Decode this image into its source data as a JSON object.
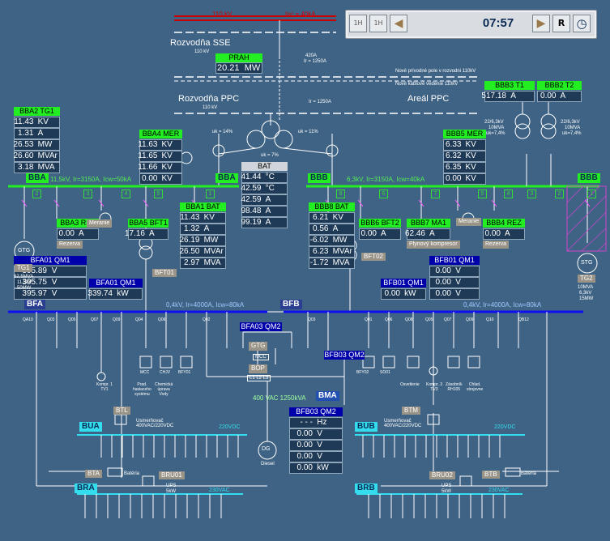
{
  "toolbar": {
    "time": "07:57",
    "btn_r": "R",
    "icons": [
      "clock-1h-icon",
      "calendar-1h-icon",
      "back-arrow-icon",
      "forward-arrow-icon",
      "r-button-icon",
      "clock-icon"
    ]
  },
  "top": {
    "line_110kv": "110 kV",
    "line_current": "Isc = 40kA",
    "rozvodna_sse": "Rozvodňa SSE",
    "kv110_a": "110 kV",
    "current_420a": "420A",
    "ir_1250": "Ir = 1250A",
    "prah_title": "PRAH",
    "prah_value": "20.21",
    "prah_unit": "MW",
    "nove_pole": "Nové prívodné pole v rozvodni 110kV",
    "nove_vedenie": "Nové káblové vedenie 110kV",
    "rozvodna_ppc": "Rozvodňa PPC",
    "kv110_b": "110 kV",
    "areal_ppc": "Areál PPC",
    "ir_1250b": "Ir = 1250A",
    "uk14": "uk = 14%",
    "uk11": "uk = 11%",
    "uk7": "uk = 7%"
  },
  "bba2tg1": {
    "title": "BBA2 TG1",
    "rows": [
      {
        "v": "11.43",
        "u": "KV"
      },
      {
        "v": "1.31",
        "u": "A"
      },
      {
        "v": "26.53",
        "u": "MW"
      },
      {
        "v": "26.60",
        "u": "MVAr"
      },
      {
        "v": "3.18",
        "u": "MVA"
      }
    ]
  },
  "bba4mer": {
    "title": "BBA4 MER",
    "rows": [
      {
        "v": "11.63",
        "u": "KV"
      },
      {
        "v": "11.65",
        "u": "KV"
      },
      {
        "v": "11.66",
        "u": "KV"
      },
      {
        "v": "0.00",
        "u": "KV"
      }
    ]
  },
  "bat": {
    "title": "BAT",
    "rows": [
      {
        "v": "41.44",
        "u": "°C"
      },
      {
        "v": "42.59",
        "u": "°C"
      },
      {
        "v": "42.59",
        "u": "A"
      },
      {
        "v": "98.48",
        "u": "A"
      },
      {
        "v": "99.19",
        "u": "A"
      }
    ]
  },
  "bbb5mer": {
    "title": "BBB5 MER",
    "rows": [
      {
        "v": "6.33",
        "u": "KV"
      },
      {
        "v": "6.32",
        "u": "KV"
      },
      {
        "v": "6.35",
        "u": "KV"
      },
      {
        "v": "0.00",
        "u": "KV"
      }
    ]
  },
  "bbb3t1": {
    "title": "BBB3 T1",
    "v": "517.18",
    "u": "A"
  },
  "bbb2t2": {
    "title": "BBB2 T2",
    "v": "0.00",
    "u": "A"
  },
  "t_right": {
    "l1": "22/6,3kV",
    "l2": "10MVA",
    "l3": "uk=7,4%",
    "r1": "22/6,3kV",
    "r2": "10MVA",
    "r3": "uk=7,4%"
  },
  "busA": {
    "name": "BBA",
    "info": "11,5kV, Ir=3150A, Icw=50kA",
    "name2": "BBA"
  },
  "busB": {
    "name": "BBB",
    "info": "6,3kV, Ir=3150A, Icw=40kA",
    "name2": "BBB"
  },
  "feeders": [
    "2",
    "3",
    "4",
    "5",
    "1",
    "8",
    "6",
    "7",
    "5",
    "4",
    "3",
    "2",
    "1"
  ],
  "bba3rez": {
    "title": "BBA3 REZ",
    "v": "0.00",
    "u": "A",
    "tag": "Rezerva"
  },
  "bba5bft1": {
    "title": "BBA5 BFT1",
    "v": "17.16",
    "u": "A"
  },
  "bba1bat": {
    "title": "BBA1 BAT",
    "rows": [
      {
        "v": "11.43",
        "u": "KV"
      },
      {
        "v": "1.32",
        "u": "A"
      },
      {
        "v": "26.19",
        "u": "MW"
      },
      {
        "v": "26.50",
        "u": "MVAr"
      },
      {
        "v": "2.97",
        "u": "MVA"
      }
    ]
  },
  "bbb8bat": {
    "title": "BBB8 BAT",
    "rows": [
      {
        "v": "6.21",
        "u": "KV"
      },
      {
        "v": "0.56",
        "u": "A"
      },
      {
        "v": "-6.02",
        "u": "MW"
      },
      {
        "v": "6.23",
        "u": "MVAr"
      },
      {
        "v": "-1.72",
        "u": "MVA"
      }
    ]
  },
  "bbb6bft2": {
    "title": "BBB6 BFT2",
    "v": "0.00",
    "u": "A"
  },
  "bbb7ma1": {
    "title": "BBB7 MA1",
    "v": "62.46",
    "u": "A",
    "tag": "Plynový kompresor"
  },
  "bbb4rez": {
    "title": "BBB4 REZ",
    "v": "0.00",
    "u": "A",
    "tag": "Rezerva"
  },
  "merania": {
    "a": "Meranie",
    "b": "Meranie"
  },
  "tg1": {
    "name": "TG1",
    "gtg": "GTG",
    "l1": "62,5MVA",
    "l2": "11,5kV",
    "l3": "50MW"
  },
  "tg2": {
    "name": "TG2",
    "stg": "STG",
    "l1": "10MVA",
    "l2": "6,3kV",
    "l3": "15MW"
  },
  "bft01": "BFT01",
  "bft02": "BFT02",
  "bfa01qm1": {
    "title": "BFA01 QM1",
    "rows": [
      {
        "v": "395.89",
        "u": "V"
      },
      {
        "v": "395.75",
        "u": "V"
      },
      {
        "v": "395.97",
        "u": "V"
      }
    ]
  },
  "bfa01qm1b": {
    "title": "BFA01 QM1",
    "v": "339.74",
    "u": "kW"
  },
  "bfb01qm1": {
    "title": "BFB01 QM1",
    "rows": [
      {
        "v": "0.00",
        "u": "V"
      },
      {
        "v": "0.00",
        "u": "V"
      },
      {
        "v": "0.00",
        "u": "V"
      }
    ]
  },
  "bfb01qm1b": {
    "title": "BFB01 QM1",
    "v": "0.00",
    "u": "kW"
  },
  "bfa": {
    "name": "BFA",
    "info": "0,4kV, Ir=4000A, Icw=80kA"
  },
  "bfb": {
    "name": "BFB",
    "info": "0,4kV, Ir=4000A, Icw=80kA"
  },
  "bfa03qm2": "BFA03 QM2",
  "bfb03qm2": "BFB03 QM2",
  "gtg_box": "GTG",
  "mcc_box": "MCC",
  "bop_box": "BOP",
  "l123": "L1 L2 L3",
  "loadsA": [
    {
      "t": "MCC"
    },
    {
      "t": "CHJV"
    },
    {
      "t": "BFY01"
    }
  ],
  "loadsAtext": [
    "Kompr. 1\nTV1",
    "Prad.\nhasiaceho\nsystému",
    "Chemická\núprava\nVody"
  ],
  "loadsB": [
    {
      "t": "BFY02"
    },
    {
      "t": "SO01"
    }
  ],
  "loadsBtext": [
    "Osvetlenie",
    "Kompr. 3\nTV3",
    "Zásobník\nRH105",
    "Chlad.\nstrojovne"
  ],
  "qa": [
    "QA10",
    "Q03",
    "Q05",
    "Q07",
    "Q09",
    "Q04",
    "Q06",
    "Q02"
  ],
  "qb": [
    "Q03",
    "Q01",
    "Q06",
    "Q08",
    "Q05",
    "Q07",
    "Q09",
    "Q10",
    "QB12"
  ],
  "bma": {
    "name": "BMA",
    "info": "400 VAC 1250kVA"
  },
  "bfb03": {
    "title": "BFB03 QM2",
    "rows": [
      {
        "v": "- - -",
        "u": "Hz"
      },
      {
        "v": "0.00",
        "u": "V"
      },
      {
        "v": "0.00",
        "u": "V"
      },
      {
        "v": "0.00",
        "u": "V"
      },
      {
        "v": "0.00",
        "u": "kW"
      }
    ]
  },
  "dg": {
    "name": "DG",
    "label": "Diesel"
  },
  "btl": {
    "name": "BTL",
    "text": "Usmerňovač\n400VAC/220VDC"
  },
  "btm": {
    "name": "BTM",
    "text": "Usmerňovač\n400VAC/220VDC"
  },
  "bua": {
    "name": "BUA",
    "dc": "220VDC"
  },
  "bub": {
    "name": "BUB",
    "dc": "220VDC"
  },
  "bta": {
    "name": "BTA",
    "bat": "Batéria"
  },
  "btb": {
    "name": "BTB",
    "bat": "Batéria"
  },
  "bru01": {
    "name": "BRU01",
    "ups": "UPS",
    "kw": "5kW"
  },
  "bru02": {
    "name": "BRU02",
    "ups": "UPS",
    "kw": "5kW"
  },
  "bra": {
    "name": "BRA",
    "ac": "230VAC"
  },
  "brb": {
    "name": "BRB",
    "ac": "230VAC"
  }
}
